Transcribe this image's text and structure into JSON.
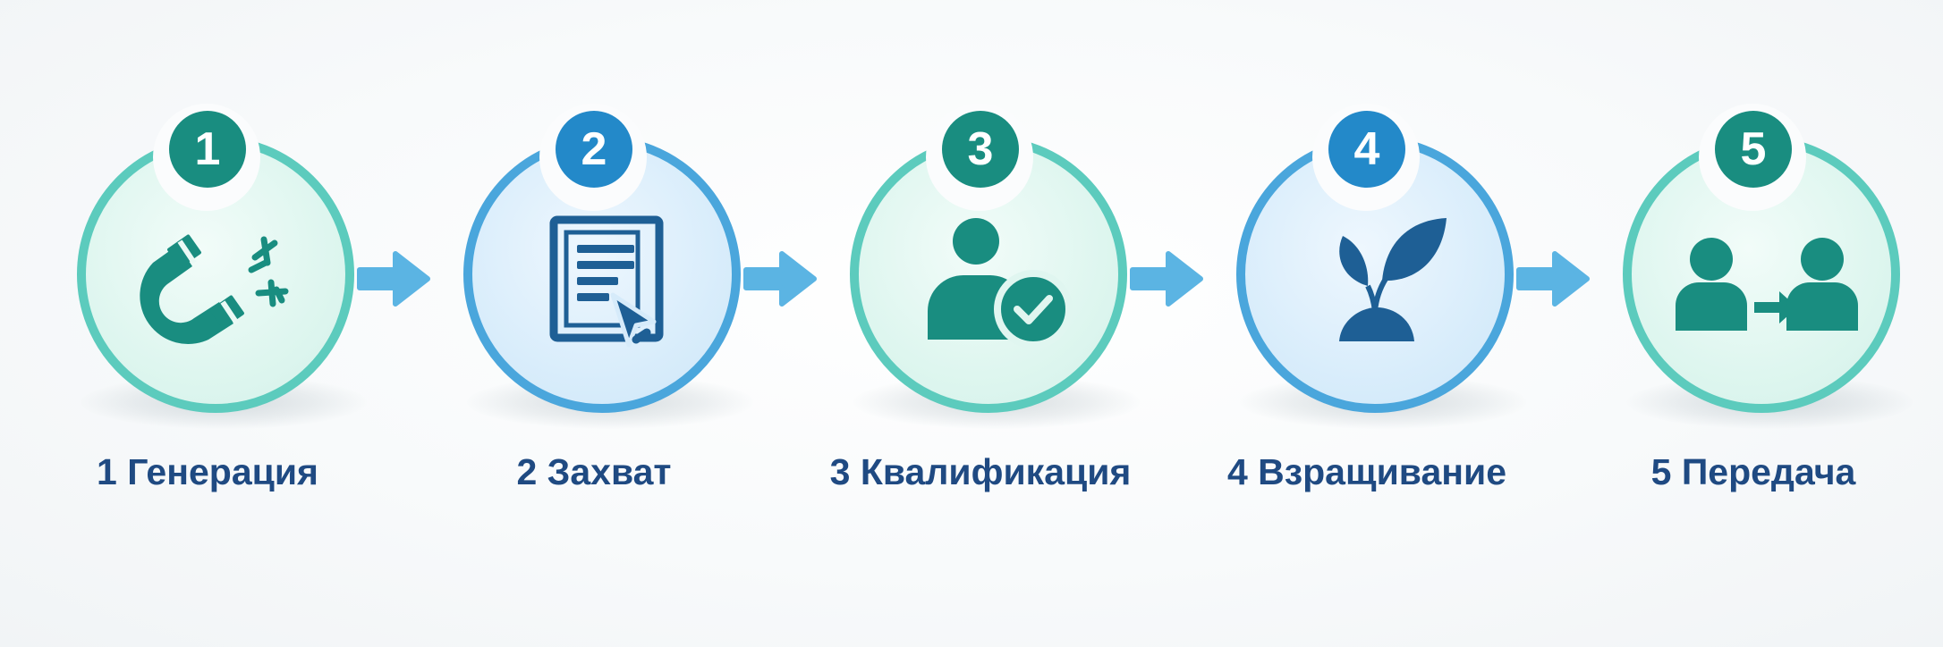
{
  "steps": [
    {
      "number": "1",
      "label": "1 Генерация",
      "icon": "magnet-icon",
      "theme": "green"
    },
    {
      "number": "2",
      "label": "2 Захват",
      "icon": "form-cursor-icon",
      "theme": "blue"
    },
    {
      "number": "3",
      "label": "3 Квалификация",
      "icon": "user-check-icon",
      "theme": "green"
    },
    {
      "number": "4",
      "label": "4 Взращивание",
      "icon": "sprout-icon",
      "theme": "blue"
    },
    {
      "number": "5",
      "label": "5 Передача",
      "icon": "user-handoff-icon",
      "theme": "green"
    }
  ],
  "colors": {
    "teal_ring": "#5ccbbd",
    "blue_ring": "#4aa6dc",
    "teal_icon": "#198d80",
    "blue_icon": "#1e5f95",
    "label_text": "#1f4a82",
    "arrow": "#5bb4e3"
  },
  "arrows": [
    "arrow-right-icon",
    "arrow-right-icon",
    "arrow-right-icon",
    "arrow-right-icon"
  ]
}
